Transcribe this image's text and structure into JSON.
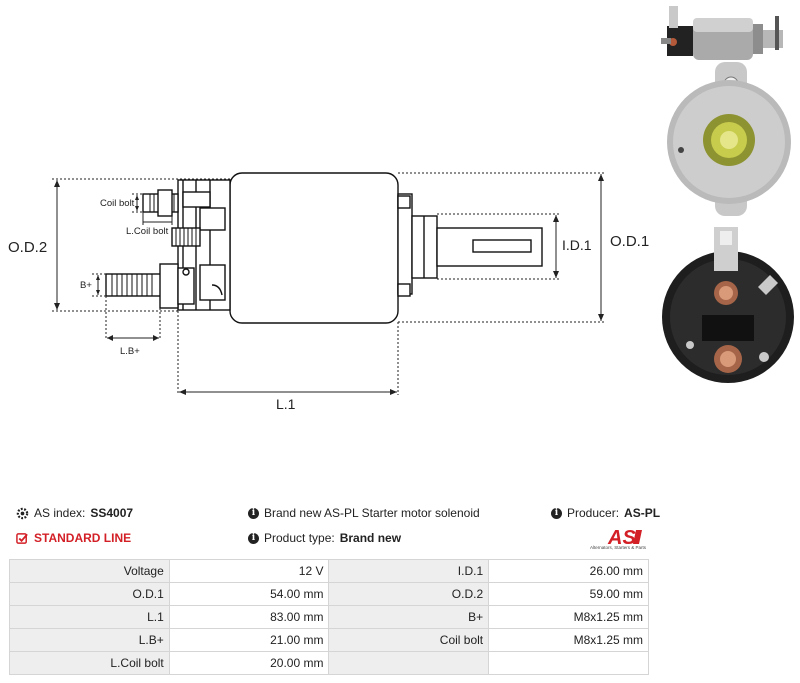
{
  "diagram": {
    "labels": {
      "od2": "O.D.2",
      "od1": "O.D.1",
      "id1": "I.D.1",
      "l1": "L.1",
      "coil_bolt": "Coil bolt",
      "l_coil_bolt": "L.Coil bolt",
      "b_plus": "B+",
      "lb_plus": "L.B+"
    }
  },
  "info": {
    "as_index_label": "AS index:",
    "as_index_value": "SS4007",
    "description": "Brand new AS-PL Starter motor solenoid",
    "producer_label": "Producer:",
    "producer_value": "AS-PL",
    "standard_line": "STANDARD LINE",
    "product_type_label": "Product type:",
    "product_type_value": "Brand new"
  },
  "logo": {
    "text": "AS",
    "tagline": "Alternators, Starters & Parts"
  },
  "specs": {
    "rows": [
      {
        "l1": "Voltage",
        "v1": "12 V",
        "l2": "I.D.1",
        "v2": "26.00 mm"
      },
      {
        "l1": "O.D.1",
        "v1": "54.00 mm",
        "l2": "O.D.2",
        "v2": "59.00 mm"
      },
      {
        "l1": "L.1",
        "v1": "83.00 mm",
        "l2": "B+",
        "v2": "M8x1.25 mm"
      },
      {
        "l1": "L.B+",
        "v1": "21.00 mm",
        "l2": "Coil bolt",
        "v2": "M8x1.25 mm"
      },
      {
        "l1": "L.Coil bolt",
        "v1": "20.00 mm",
        "l2": "",
        "v2": ""
      }
    ]
  },
  "colors": {
    "accent_red": "#d32027",
    "table_label_bg": "#eeeeee",
    "table_border": "#d5d5d5"
  }
}
